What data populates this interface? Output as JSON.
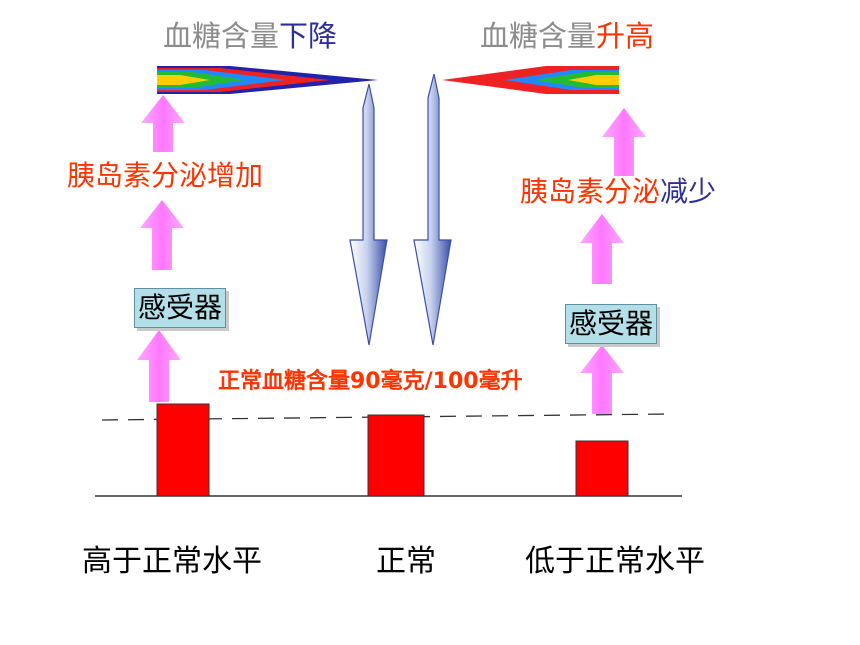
{
  "title_left": {
    "prefix": "血糖含量",
    "emphasis": "下降"
  },
  "title_right": {
    "prefix": "血糖含量",
    "emphasis": "升高"
  },
  "left_label": "胰岛素分泌增加",
  "right_label": {
    "prefix": "胰岛素分泌",
    "emphasis": "减少"
  },
  "sensor_left": "感受器",
  "sensor_right": "感受器",
  "normal_level_label": "正常血糖含量90毫克/100毫升",
  "categories": [
    "高于正常水平",
    "正常",
    "低于正常水平"
  ],
  "colors": {
    "bar": "#ff0000",
    "up_arrow": "#ff88ff",
    "down_arrow": "#3a4fa8",
    "accent_red": "#ff3300",
    "accent_blue": "#2e2e99",
    "sensor_box": "#b3e0e8"
  },
  "bars": [
    {
      "category": "高于正常水平",
      "relative_level": "high"
    },
    {
      "category": "正常",
      "relative_level": "normal"
    },
    {
      "category": "低于正常水平",
      "relative_level": "low"
    }
  ]
}
